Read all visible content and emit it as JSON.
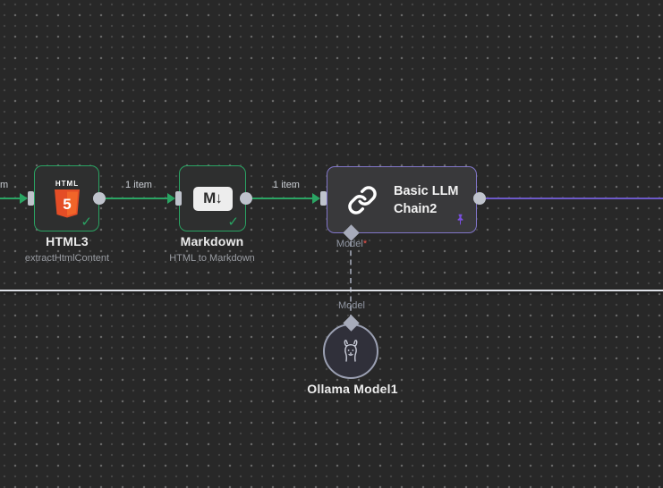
{
  "colors": {
    "canvas_bg": "#282828",
    "node_bg": "#2e2f2f",
    "llm_node_bg": "#39393b",
    "success_green": "#2aa463",
    "purple_accent": "#8176c9",
    "purple_edge": "#6c59c8",
    "pin_purple": "#7a4fe0",
    "connector_gray": "#bfc3cc",
    "diamond_gray": "#a7abba",
    "required_red": "#f0544c",
    "white_line": "#dde0e6",
    "dashed_gray": "#8a8e9a",
    "title_text": "#ececec",
    "subtitle_text": "#9a9da3",
    "edge_label_text": "#c9cdd3",
    "port_label_text": "#9096a2",
    "html5_orange": "#e44d26",
    "html5_orange_light": "#f16529"
  },
  "icons": {
    "check_glyph": "✓",
    "markdown_glyph": "M↓",
    "html_logo_top": "HTML",
    "html_logo_number": "5"
  },
  "edges": {
    "incoming_partial_label": "m",
    "html_to_markdown_label": "1 item",
    "markdown_to_llm_label": "1 item"
  },
  "nodes": {
    "html": {
      "title": "HTML3",
      "subtitle": "extractHtmlContent"
    },
    "markdown": {
      "title": "Markdown",
      "subtitle": "HTML to Markdown"
    },
    "llm": {
      "title": "Basic LLM Chain2",
      "model_port_label": "Model",
      "required_asterisk": "*"
    },
    "ollama": {
      "title": "Ollama Model1",
      "port_label": "Model"
    }
  }
}
